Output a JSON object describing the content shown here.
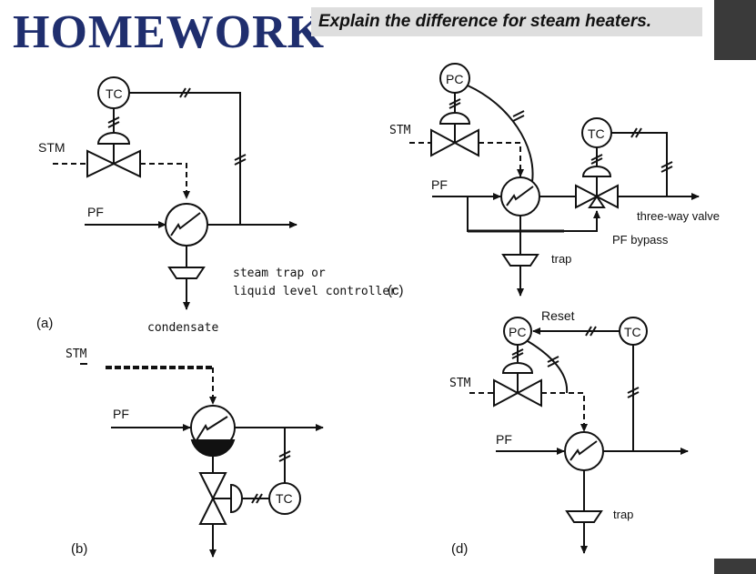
{
  "slide": {
    "title": "HOMEWORK",
    "prompt": "Explain the difference for steam heaters."
  },
  "diagram_a": {
    "tag": "(a)",
    "controller": "TC",
    "steam": "STM",
    "process_fluid": "PF",
    "trap_label_line1": "steam trap or",
    "trap_label_line2": "liquid level controller",
    "outlet": "condensate"
  },
  "diagram_b": {
    "tag": "(b)",
    "controller": "TC",
    "steam": "STM",
    "process_fluid": "PF"
  },
  "diagram_c": {
    "tag": "(c)",
    "pressure_controller": "PC",
    "temp_controller": "TC",
    "steam": "STM",
    "process_fluid": "PF",
    "valve_label": "three-way  valve",
    "bypass_label": "PF bypass",
    "trap_label": "trap"
  },
  "diagram_d": {
    "tag": "(d)",
    "pressure_controller": "PC",
    "temp_controller": "TC",
    "reset_label": "Reset",
    "steam": "STM",
    "process_fluid": "PF",
    "trap_label": "trap"
  }
}
